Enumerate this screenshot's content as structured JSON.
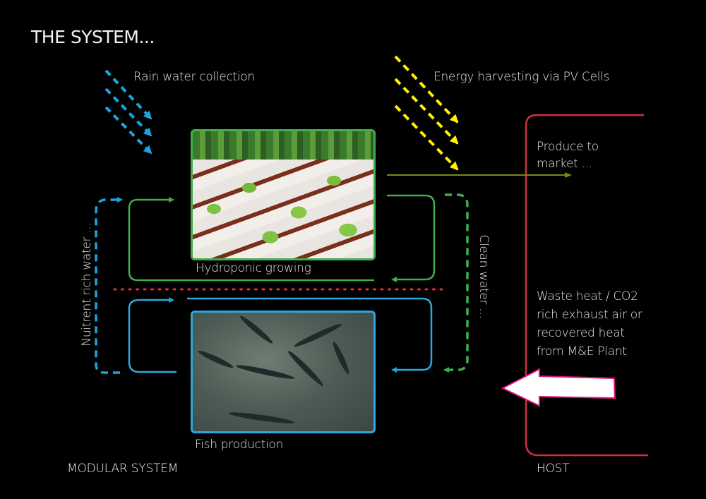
{
  "title": "THE SYSTEM...",
  "inputs": {
    "rain": "Rain water collection",
    "energy": "Energy harvesting via PV Cells"
  },
  "modules": {
    "hydroponic": "Hydroponic growing",
    "fish": "Fish production"
  },
  "flows": {
    "nutrient": "Nuitrent rich water ...",
    "clean": "Clean water ...",
    "produce": "Produce to market ...",
    "waste_heat": [
      "Waste heat / CO2",
      "rich exhaust air or",
      "recovered heat",
      "from M&E Plant"
    ]
  },
  "zones": {
    "modular": "MODULAR SYSTEM",
    "host": "HOST"
  },
  "colors": {
    "rain": "#1fa3e0",
    "energy": "#fff200",
    "hydroponic_loop": "#3faf49",
    "fish_loop": "#2ea6df",
    "produce": "#7a8a10",
    "host_boundary": "#d0303c",
    "divider": "#e0303c",
    "waste_arrow_outline": "#e0107f"
  }
}
